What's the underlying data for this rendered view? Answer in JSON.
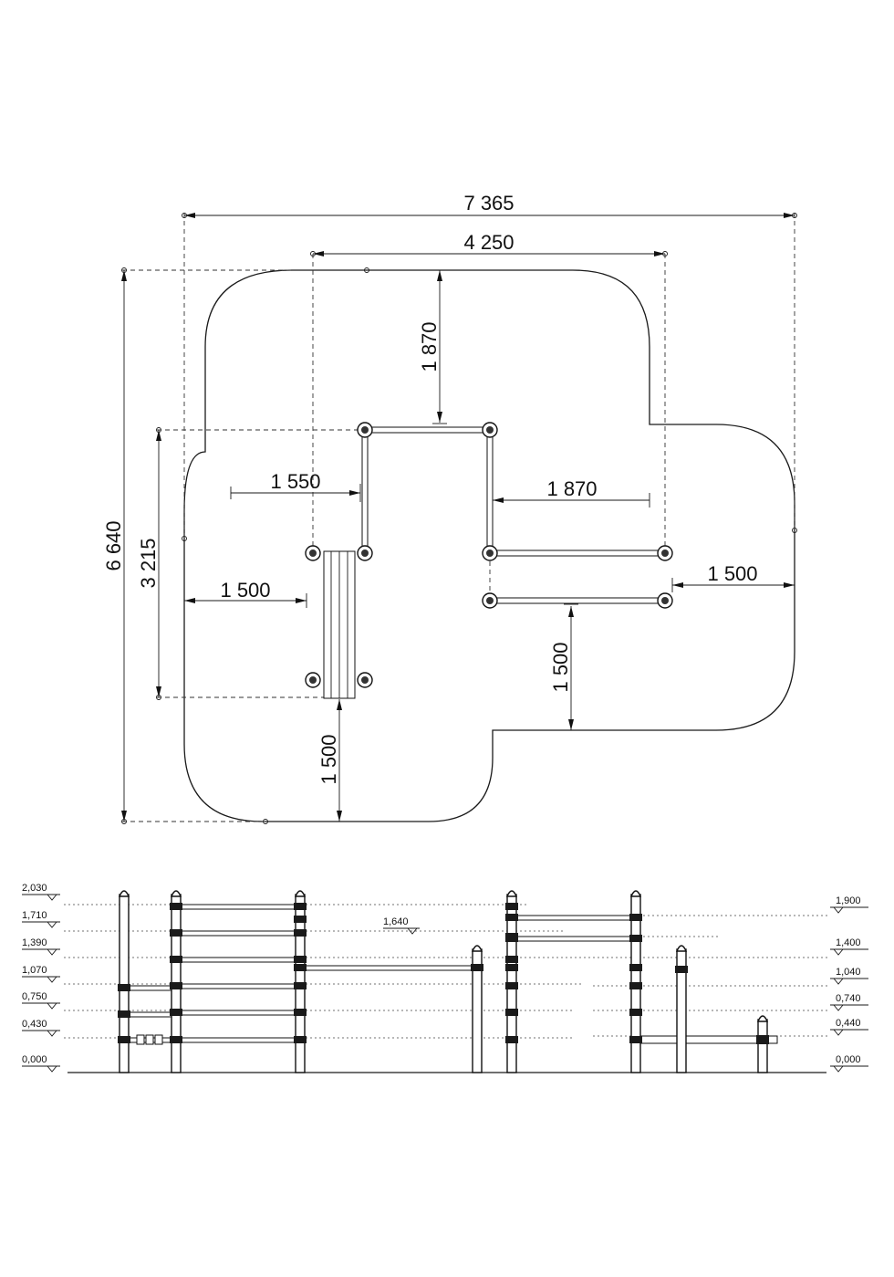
{
  "plan": {
    "dims": {
      "overall_width": "7 365",
      "inner_width": "4 250",
      "top_depth": "1 870",
      "left_offset_a": "1 550",
      "right_offset": "1 870",
      "right_clearance": "1 500",
      "left_clearance": "1 500",
      "bottom_clearance_right": "1 500",
      "bottom_clearance_left": "1 500",
      "overall_height": "6 640",
      "bench_span": "3 215"
    }
  },
  "elevation": {
    "left_levels": [
      "2,030",
      "1,710",
      "1,390",
      "1,070",
      "0,750",
      "0,430",
      "0,000"
    ],
    "right_levels": [
      "1,900",
      "1,400",
      "1,040",
      "0,740",
      "0,440",
      "0,000"
    ],
    "mid_level": "1,640"
  }
}
